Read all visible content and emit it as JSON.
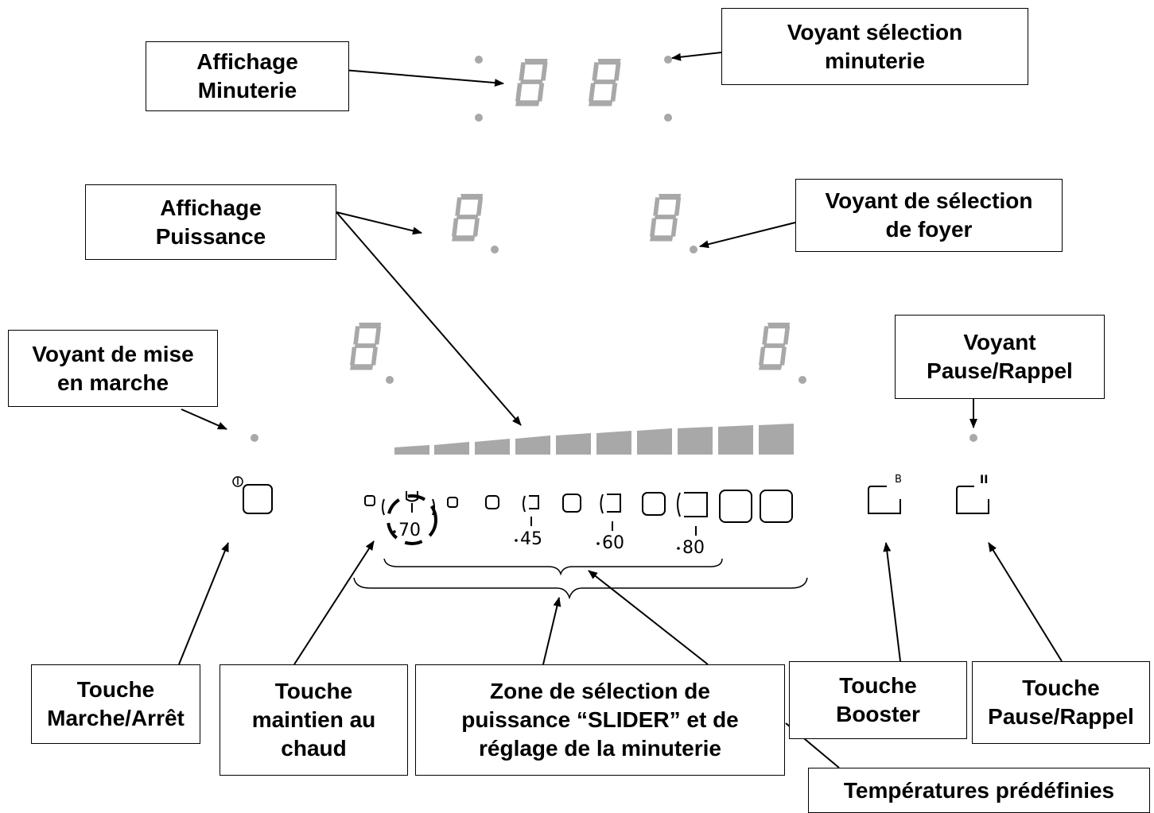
{
  "colors": {
    "segment": "#aaaaaa",
    "line": "#000000",
    "background": "#ffffff"
  },
  "labels": {
    "affichage_minuterie": [
      "Affichage",
      "Minuterie"
    ],
    "voyant_selection_minuterie": [
      "Voyant sélection",
      "minuterie"
    ],
    "affichage_puissance": [
      "Affichage",
      "Puissance"
    ],
    "voyant_selection_foyer": [
      "Voyant de sélection",
      "de foyer"
    ],
    "voyant_mise_en_marche": [
      "Voyant de mise",
      "en marche"
    ],
    "voyant_pause_rappel": [
      "Voyant",
      "Pause/Rappel"
    ],
    "touche_marche_arret": [
      "Touche",
      "Marche/Arrêt"
    ],
    "touche_maintien_chaud": [
      "Touche",
      "maintien au",
      "chaud"
    ],
    "zone_slider": [
      "Zone de sélection de",
      "puissance “SLIDER” et de",
      "réglage de la minuterie"
    ],
    "touche_booster": [
      "Touche",
      "Booster"
    ],
    "touche_pause_rappel": [
      "Touche",
      "Pause/Rappel"
    ],
    "temperatures_predefinies": [
      "Températures prédéfinies"
    ]
  },
  "temperatures": [
    "70",
    "45",
    "60",
    "80"
  ],
  "icons": {
    "power": "power-icon",
    "booster": "B",
    "pause": "II"
  }
}
